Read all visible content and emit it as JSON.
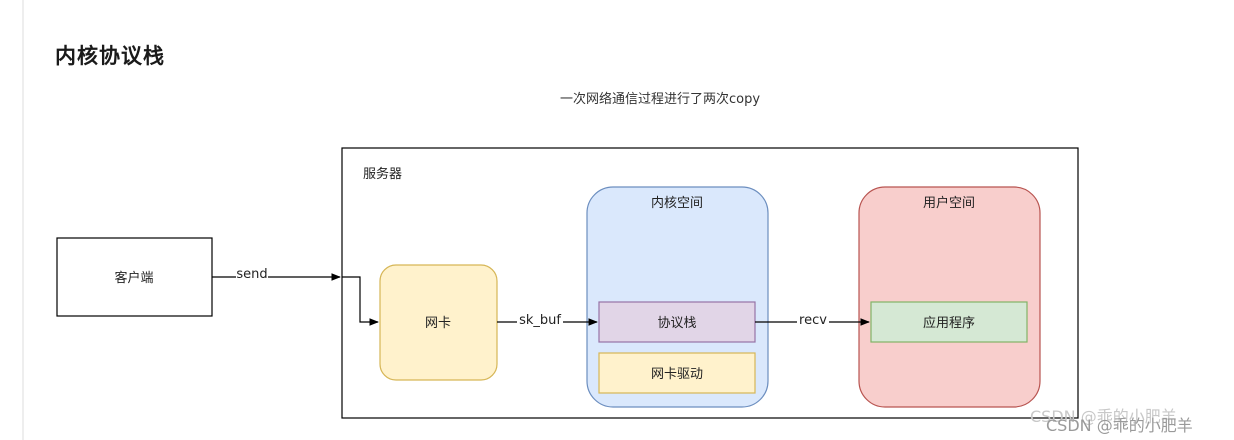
{
  "page": {
    "heading": "内核协议栈"
  },
  "diagram": {
    "caption": "一次网络通信过程进行了两次copy",
    "server_label": "服务器",
    "client_label": "客户端",
    "nic_label": "网卡",
    "kernel_space_label": "内核空间",
    "protocol_stack_label": "协议栈",
    "nic_driver_label": "网卡驱动",
    "user_space_label": "用户空间",
    "application_label": "应用程序",
    "edge_send": "send",
    "edge_skbuf": "sk_buf",
    "edge_recv": "recv",
    "colors": {
      "nic_fill": "#fff2cc",
      "nic_stroke": "#d6b656",
      "kernel_fill": "#dae8fc",
      "kernel_stroke": "#6c8ebf",
      "stack_fill": "#e1d5e7",
      "stack_stroke": "#9673a6",
      "user_fill": "#f8cecc",
      "user_stroke": "#b85450",
      "app_fill": "#d5e8d4",
      "app_stroke": "#82b366"
    }
  },
  "watermark": "CSDN @乖的小肥羊"
}
